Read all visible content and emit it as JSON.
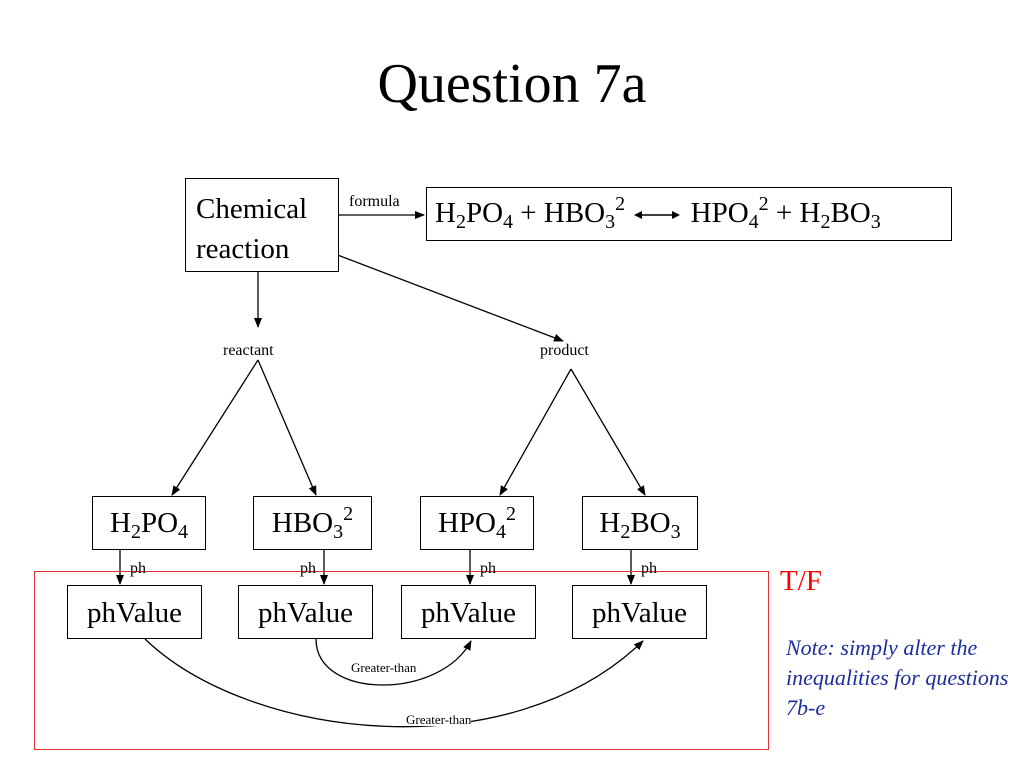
{
  "slide": {
    "title": "Question 7a",
    "chemical_reaction": {
      "line1": "Chemical",
      "line2": "reaction"
    },
    "edge_labels": {
      "formula": "formula",
      "reactant": "reactant",
      "product": "product",
      "ph": "ph",
      "greater_than": "Greater-than"
    },
    "equation": {
      "left1": {
        "base": "H",
        "sub1": "2",
        "mid": "PO",
        "sub2": "4"
      },
      "plus": "+",
      "left2": {
        "base": "HBO",
        "sub": "3",
        "sup": "2"
      },
      "right1": {
        "base": "HPO",
        "sub": "4",
        "sup": "2"
      },
      "right2": {
        "base": "H",
        "sub1": "2",
        "mid": "BO",
        "sub2": "3"
      }
    },
    "species": [
      {
        "base": "H",
        "sub1": "2",
        "mid": "PO",
        "sub2": "4"
      },
      {
        "base": "HBO",
        "sub": "3",
        "sup": "2"
      },
      {
        "base": "HPO",
        "sub": "4",
        "sup": "2"
      },
      {
        "base": "H",
        "sub1": "2",
        "mid": "BO",
        "sub2": "3"
      }
    ],
    "ph_value_label": "phValue",
    "tf_label": "T/F",
    "note": "Note: simply alter the inequalities for questions 7b-e",
    "colors": {
      "tf_border": "#e03030",
      "tf_text": "#ff0000",
      "note_text": "#1d2e9c"
    }
  }
}
